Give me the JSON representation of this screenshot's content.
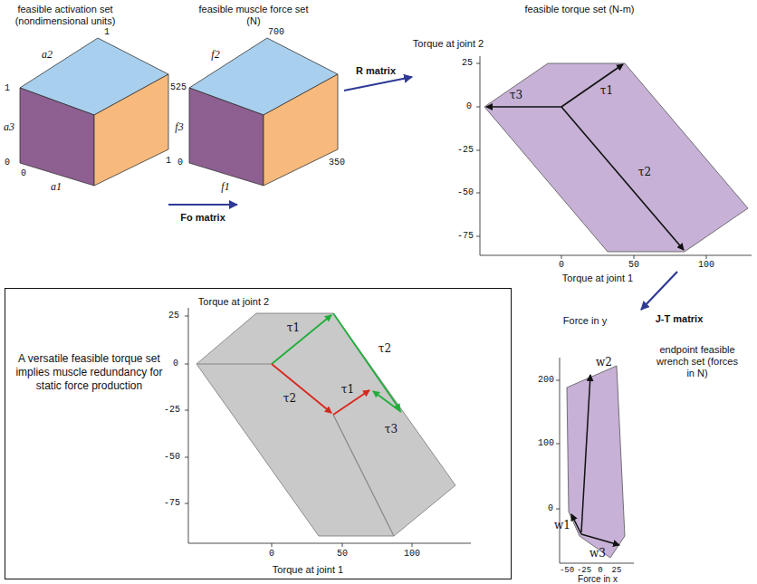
{
  "diagram": {
    "nodes": [
      {
        "text": [
          "feasible activation set (nondimensional units)"
        ]
      },
      {
        "text": [
          "feasible muscle force set (N)"
        ]
      },
      {
        "text": [
          "feasible torque set (N-m)"
        ]
      },
      {
        "text": [
          "endpoint feasible wrench set (forces in N)"
        ]
      },
      {
        "text": [
          "A versatile feasible torque set implies muscle redundancy for static force production"
        ]
      }
    ],
    "edges": [
      {
        "from": 0,
        "to": 1,
        "label": "Fo matrix",
        "arrow": "to"
      },
      {
        "from": 1,
        "to": 2,
        "label": "R matrix",
        "arrow": "to"
      },
      {
        "from": 2,
        "to": 3,
        "label": "J-T matrix",
        "arrow": "to"
      }
    ],
    "labels": [
      "1",
      "a2",
      "1",
      "a3",
      "0",
      "0",
      "a1",
      "1",
      "700",
      "f2",
      "525",
      "f3",
      "0",
      "f1",
      "350",
      "Torque at joint 2",
      "25",
      "0",
      "-25",
      "-50",
      "-75",
      "0",
      "50",
      "100",
      "Torque at joint 1",
      "τ3",
      "τ1",
      "τ2",
      "Torque at joint 2",
      "25",
      "0",
      "-25",
      "-50",
      "-75",
      "0",
      "50",
      "100",
      "Torque at joint 1",
      "τ1",
      "τ2",
      "τ2",
      "τ1",
      "τ3",
      "Force in y",
      "200",
      "100",
      "0",
      "-50",
      "-25",
      "0",
      "25",
      "Force in x",
      "w2",
      "w1",
      "w3"
    ]
  }
}
